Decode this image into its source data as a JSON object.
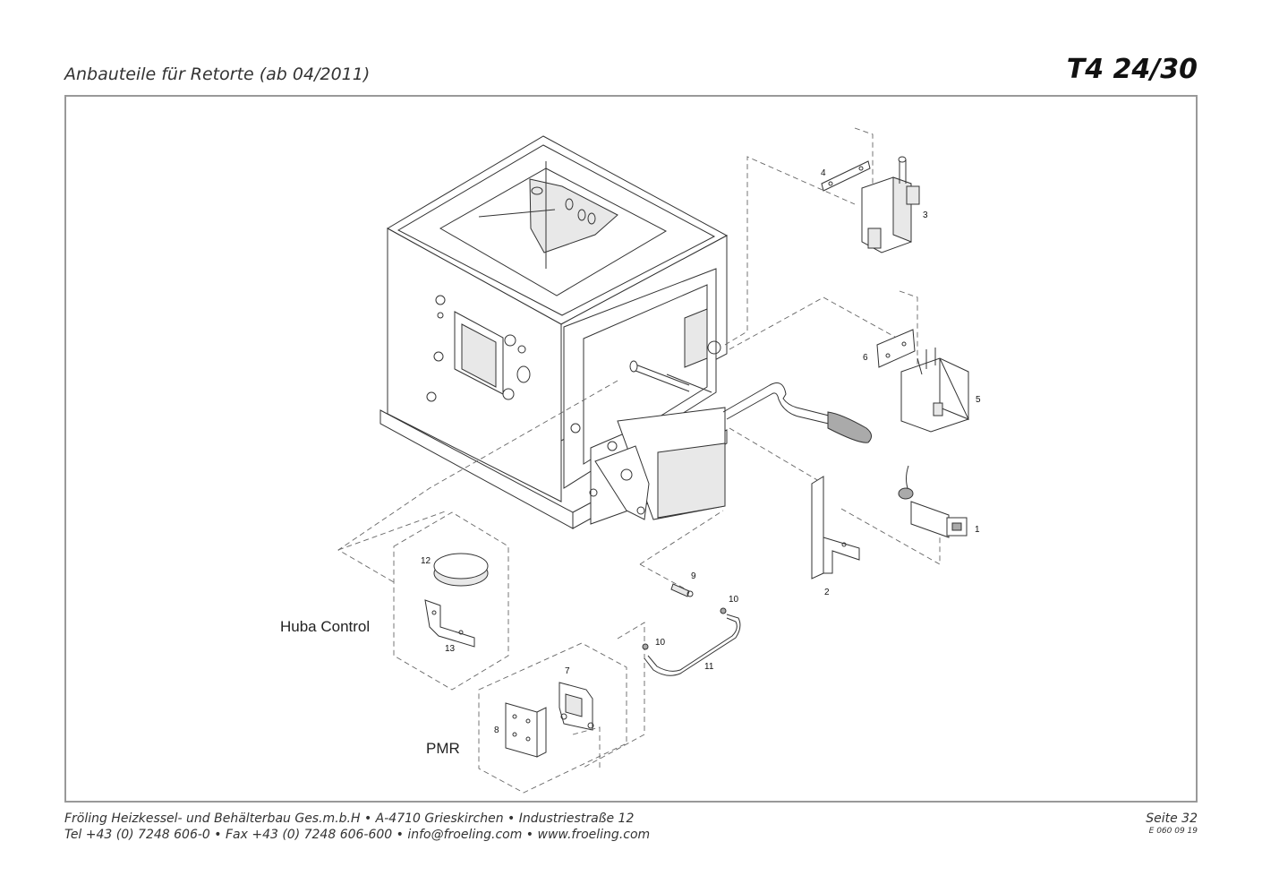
{
  "header": {
    "title": "Anbauteile für Retorte (ab 04/2011)",
    "model": "T4 24/30"
  },
  "groups": {
    "huba": "Huba Control",
    "pmr": "PMR"
  },
  "parts": [
    "1",
    "2",
    "3",
    "4",
    "5",
    "6",
    "7",
    "8",
    "9",
    "10",
    "10",
    "11",
    "12",
    "13"
  ],
  "footer": {
    "line1": "Fröling Heizkessel- und Behälterbau Ges.m.b.H   •  A-4710 Grieskirchen   •  Industriestraße 12",
    "line2": "Tel +43 (0) 7248 606-0   •  Fax +43 (0) 7248 606-600   •  info@froeling.com   •  www.froeling.com",
    "page": "Seite 32",
    "doc": "E 060 09 19"
  }
}
